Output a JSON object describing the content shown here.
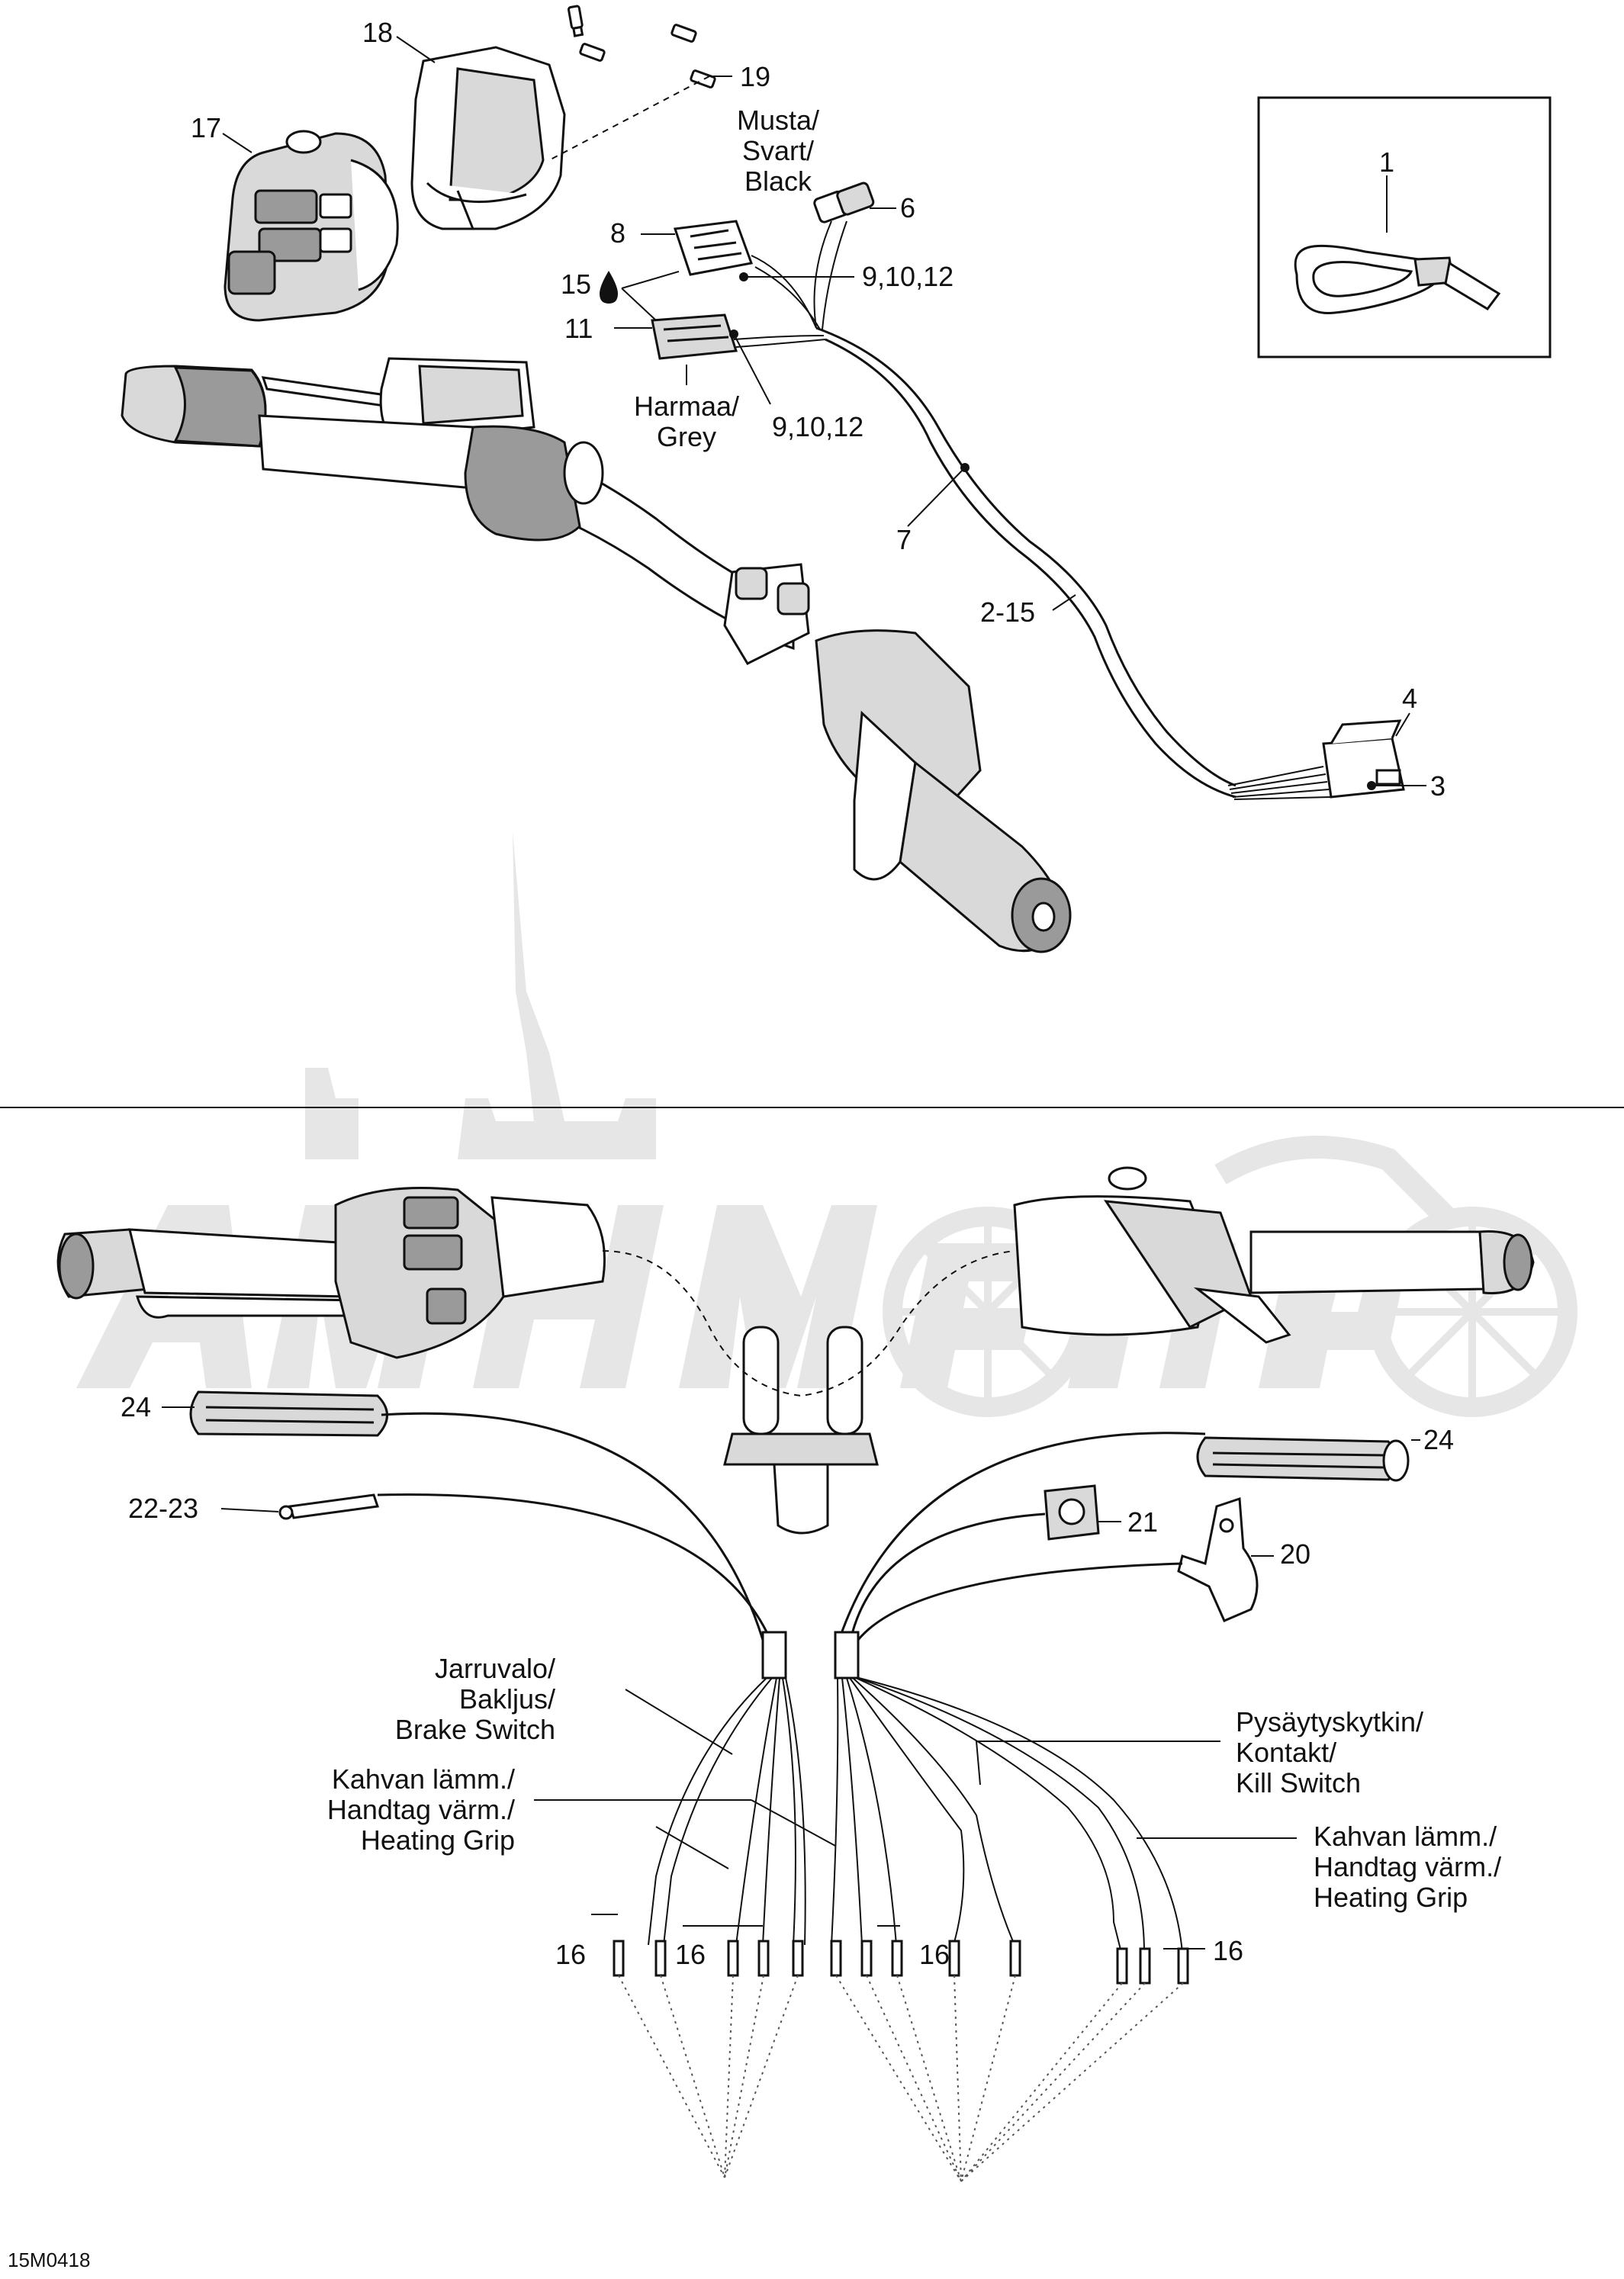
{
  "labels": {
    "p1": "1",
    "p3": "3",
    "p4": "4",
    "p6": "6",
    "p7": "7",
    "p8": "8",
    "p11": "11",
    "p15": "15",
    "p17": "17",
    "p18": "18",
    "p19": "19",
    "p2_15": "2-15",
    "p9_10_12_a": "9,10,12",
    "p9_10_12_b": "9,10,12",
    "p16_a": "16",
    "p16_b": "16",
    "p16_c": "16",
    "p16_d": "16",
    "p20": "20",
    "p21": "21",
    "p22_23": "22-23",
    "p24_left": "24",
    "p24_right": "24"
  },
  "wire_colors": {
    "black": [
      "Musta/",
      "Svart/",
      "Black"
    ],
    "grey": [
      "Harmaa/",
      "Grey"
    ]
  },
  "harness_labels": {
    "brake_switch": [
      "Jarruvalo/",
      "Bakljus/",
      "Brake Switch"
    ],
    "heating_grip_left": [
      "Kahvan lämm./",
      "Handtag värm./",
      "Heating Grip"
    ],
    "kill_switch": [
      "Pysäytyskytkin/",
      "Kontakt/",
      "Kill Switch"
    ],
    "heating_grip_right": [
      "Kahvan lämm./",
      "Handtag värm./",
      "Heating Grip"
    ]
  },
  "drawing_code": "15M0418",
  "icons": {
    "drop": "oil-drop-icon"
  }
}
